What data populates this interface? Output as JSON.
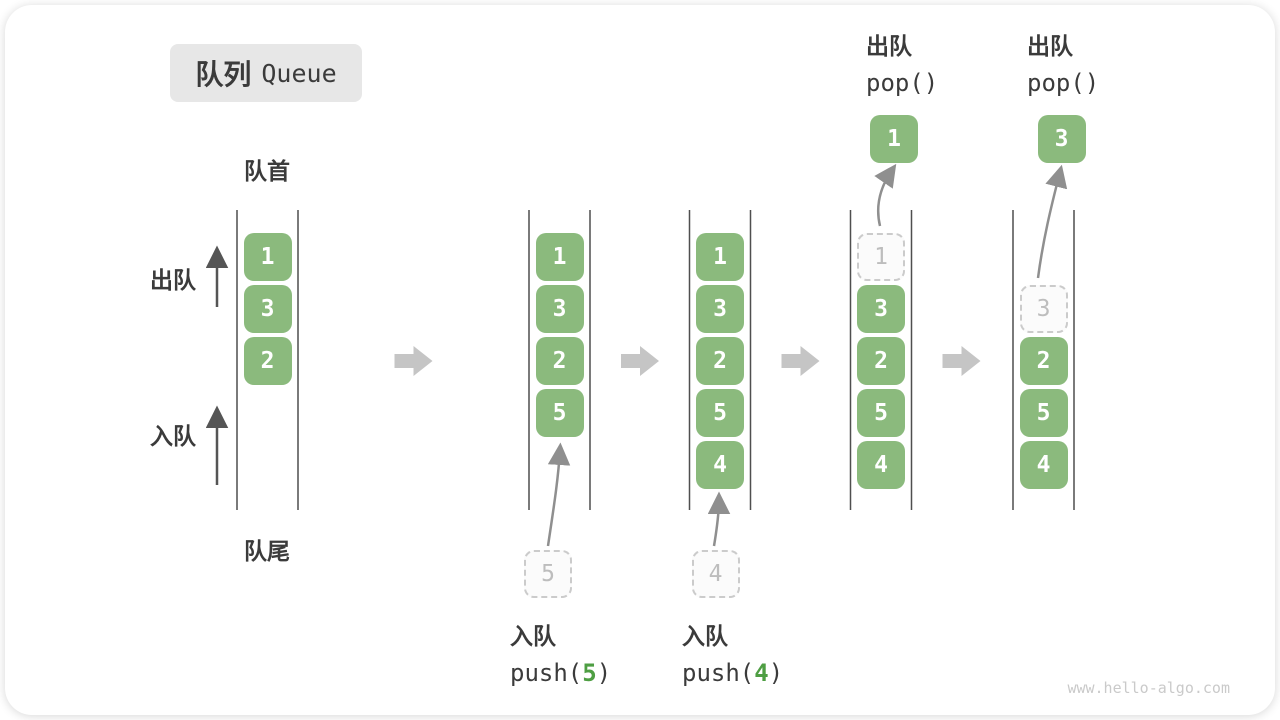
{
  "title": {
    "zh": "队列",
    "en": "Queue"
  },
  "labels": {
    "front": "队首",
    "rear": "队尾",
    "side_dequeue": "出队",
    "side_enqueue": "入队"
  },
  "colors": {
    "box_green": "#8bba7d",
    "box_text": "#ffffff",
    "code_green": "#4e9e43",
    "ghost_border": "#cbcbcb",
    "ghost_text": "#bdbdbd",
    "ghost_bg": "#fbfbfb",
    "step_arrow": "#c5c5c5",
    "column_line": "#4f4f4f",
    "text_dark": "#3b3b3b",
    "flow_arrow": "#8f8f8f",
    "side_arrow": "#555555",
    "title_bg": "#e7e7e7",
    "watermark": "#cacaca"
  },
  "queue_states": [
    {
      "name": "initial",
      "items": [
        {
          "slot": 0,
          "value": "1"
        },
        {
          "slot": 1,
          "value": "3"
        },
        {
          "slot": 2,
          "value": "2"
        }
      ]
    },
    {
      "name": "push-5",
      "items": [
        {
          "slot": 0,
          "value": "1"
        },
        {
          "slot": 1,
          "value": "3"
        },
        {
          "slot": 2,
          "value": "2"
        },
        {
          "slot": 3,
          "value": "5"
        }
      ],
      "incoming": "5",
      "operation": {
        "label": "入队",
        "code_parts": [
          "push(",
          "5",
          ")"
        ]
      }
    },
    {
      "name": "push-4",
      "items": [
        {
          "slot": 0,
          "value": "1"
        },
        {
          "slot": 1,
          "value": "3"
        },
        {
          "slot": 2,
          "value": "2"
        },
        {
          "slot": 3,
          "value": "5"
        },
        {
          "slot": 4,
          "value": "4"
        }
      ],
      "incoming": "4",
      "operation": {
        "label": "入队",
        "code_parts": [
          "push(",
          "4",
          ")"
        ]
      }
    },
    {
      "name": "pop-1",
      "items": [
        {
          "slot": 0,
          "value": "1",
          "ghost": true
        },
        {
          "slot": 1,
          "value": "3"
        },
        {
          "slot": 2,
          "value": "2"
        },
        {
          "slot": 3,
          "value": "5"
        },
        {
          "slot": 4,
          "value": "4"
        }
      ],
      "popped": "1",
      "operation": {
        "label": "出队",
        "code": "pop()"
      }
    },
    {
      "name": "pop-3",
      "items": [
        {
          "slot": 1,
          "value": "3",
          "ghost": true
        },
        {
          "slot": 2,
          "value": "2"
        },
        {
          "slot": 3,
          "value": "5"
        },
        {
          "slot": 4,
          "value": "4"
        }
      ],
      "popped": "3",
      "operation": {
        "label": "出队",
        "code": "pop()"
      }
    }
  ],
  "watermark": "www.hello-algo.com"
}
